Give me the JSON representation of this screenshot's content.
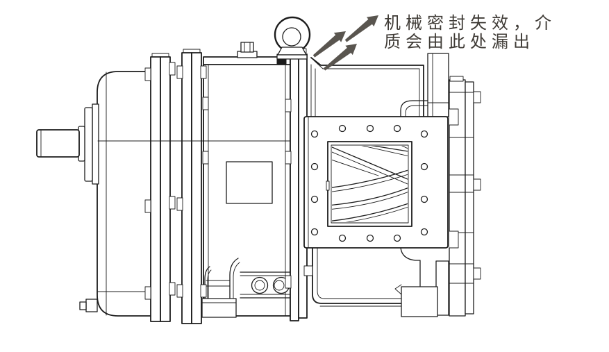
{
  "annotation": {
    "line1": "机械密封失效，介",
    "line2": "质会由此处漏出"
  },
  "arrows": {
    "icon": "leak-direction-arrows",
    "count": 3,
    "direction": "up-right"
  },
  "colors": {
    "line": "#1c1c1c",
    "arrow": "#59554f",
    "text": "#3f3b36",
    "background": "#ffffff"
  }
}
